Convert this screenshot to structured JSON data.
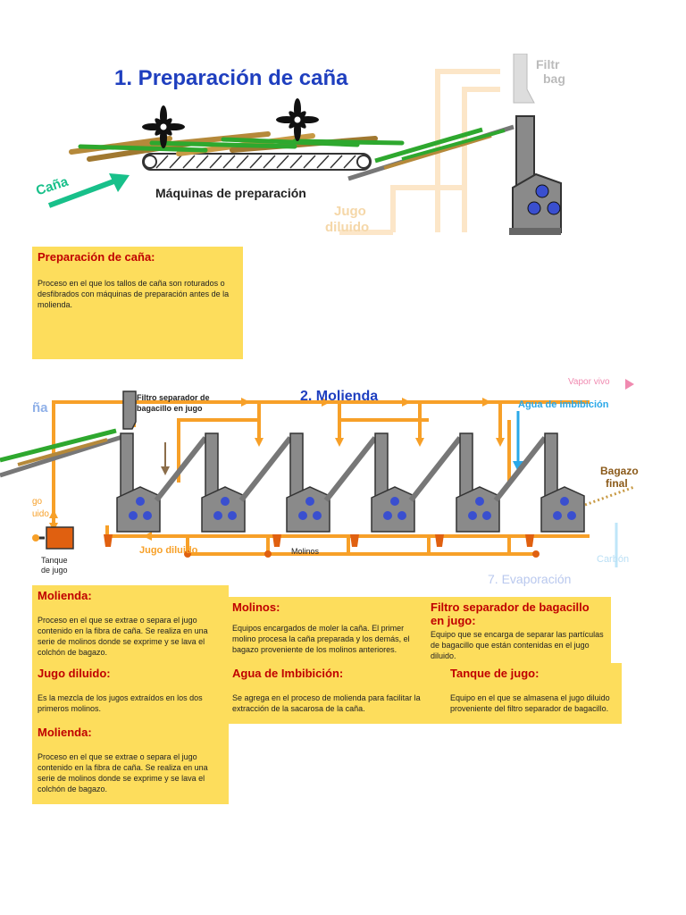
{
  "section1": {
    "title": "1. Preparación de caña",
    "cana_label": "Caña",
    "machines_label": "Máquinas de preparación",
    "faded_filter": "Filtr",
    "faded_filter2": "bag",
    "faded_jugo": "Jugo",
    "faded_diluido": "diluido"
  },
  "section2": {
    "title": "2. Molienda",
    "filter_label_1": "Filtro separador de",
    "filter_label_2": "bagacillo en jugo",
    "water_label": "Agua  de imbibición",
    "steam_label": "Vapor vivo",
    "bagazo_1": "Bagazo",
    "bagazo_2": "final",
    "tank_label_1": "Tanque",
    "tank_label_2": "de jugo",
    "diluted_label": "Jugo diluido",
    "mills_label": "Molinos",
    "left_faded": "ña",
    "left_jugo": "go",
    "left_diluido": "uido",
    "evaporation_faded": "7. Evaporación",
    "carbon_faded": "Carbón"
  },
  "cards": {
    "prep": {
      "title": "Preparación de caña:",
      "body": "Proceso en el que los tallos de caña son roturados o desfibrados con máquinas de preparación antes de la molienda."
    },
    "molienda1": {
      "title": "Molienda:",
      "body": "Proceso en el que se extrae o separa el jugo contenido en la fibra de caña. Se realiza en una serie de molinos donde se exprime y se lava el colchón de bagazo."
    },
    "molinos": {
      "title": "Molinos:",
      "body": "Equipos encargados de moler la caña. El primer molino procesa la caña preparada y los demás, el bagazo proveniente de los molinos anteriores."
    },
    "filtro": {
      "title": "Filtro separador de bagacillo en jugo:",
      "body": "Equipo que se encarga de separar las partículas de bagacillo que están contenidas en el jugo diluido."
    },
    "jugo": {
      "title": "Jugo diluido:",
      "body": "Es la mezcla de los jugos extraídos en los dos primeros molinos."
    },
    "agua": {
      "title": "Agua de Imbibición:",
      "body": "Se agrega en el proceso de molienda para facilitar la extracción de la sacarosa de la caña."
    },
    "tanque": {
      "title": "Tanque de jugo:",
      "body": "Equipo en el que se almasena el jugo diluido proveniente del filtro separador de bagacillo."
    },
    "molienda2": {
      "title": "Molienda:",
      "body": "Proceso en el que se extrae o separa el jugo contenido en la fibra de caña. Se realiza en una serie de molinos donde se exprime y se lava el colchón de bagazo."
    }
  },
  "colors": {
    "card_bg": "#fddd5c",
    "card_title": "#c00000",
    "title_blue": "#1f3fbf",
    "pipe_orange": "#f7a028",
    "water_blue": "#2aa8e8",
    "cane_green": "#2ea82e",
    "arrow_teal": "#18c08a",
    "mill_gray": "#8a8a8a"
  }
}
